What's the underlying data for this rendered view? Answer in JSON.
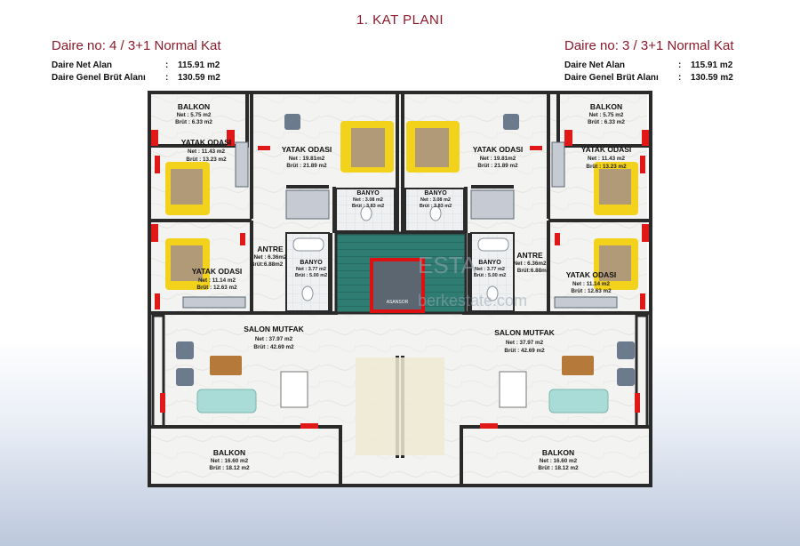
{
  "plan_title": "1. KAT PLANI",
  "left_unit": {
    "heading": "Daire no:  4  / 3+1 Normal Kat",
    "net_label": "Daire Net Alan",
    "net_value": "115.91 m2",
    "gross_label": "Daire Genel Brüt Alanı",
    "gross_value": "130.59 m2"
  },
  "right_unit": {
    "heading": "Daire no:  3  / 3+1 Normal Kat",
    "net_label": "Daire Net Alan",
    "net_value": "115.91 m2",
    "gross_label": "Daire Genel Brüt Alanı",
    "gross_value": "130.59 m2"
  },
  "colon": ":",
  "rooms": {
    "l_balkon_top": {
      "name": "BALKON",
      "net": "Net : 5.75 m2",
      "brut": "Brüt : 6.33 m2"
    },
    "l_yatak1": {
      "name": "YATAK ODASI",
      "net": "Net : 11.43 m2",
      "brut": "Brüt : 13.23 m2"
    },
    "l_yatak_master": {
      "name": "YATAK ODASI",
      "net": "Net : 19.81m2",
      "brut": "Brüt : 21.89 m2"
    },
    "l_banyo_top": {
      "name": "BANYO",
      "net": "Net : 3.08 m2",
      "brut": "Brüt : 3.83 m2"
    },
    "l_antre": {
      "name": "ANTRE",
      "net": "Net : 6.36m2",
      "brut": "Brüt:6.88m2"
    },
    "l_banyo2": {
      "name": "BANYO",
      "net": "Net : 3.77 m2",
      "brut": "Brüt : 5.00 m2"
    },
    "l_yatak2": {
      "name": "YATAK ODASI",
      "net": "Net : 11.14 m2",
      "brut": "Brüt : 12.63 m2"
    },
    "l_salon": {
      "name": "SALON MUTFAK",
      "net": "Net : 37.97 m2",
      "brut": "Brüt : 42.69 m2"
    },
    "l_balkon_bottom": {
      "name": "BALKON",
      "net": "Net : 16.60 m2",
      "brut": "Brüt : 18.12 m2"
    },
    "r_balkon_top": {
      "name": "BALKON",
      "net": "Net : 5.75 m2",
      "brut": "Brüt : 6.33 m2"
    },
    "r_yatak1": {
      "name": "YATAK ODASI",
      "net": "Net : 11.43 m2",
      "brut": "Brüt : 13.23 m2"
    },
    "r_yatak_master": {
      "name": "YATAK ODASI",
      "net": "Net : 19.81m2",
      "brut": "Brüt : 21.89 m2"
    },
    "r_banyo_top": {
      "name": "BANYO",
      "net": "Net : 3.08 m2",
      "brut": "Brüt : 3.83 m2"
    },
    "r_antre": {
      "name": "ANTRE",
      "net": "Net : 6.36m2",
      "brut": "Brüt:6.88m2"
    },
    "r_banyo2": {
      "name": "BANYO",
      "net": "Net : 3.77 m2",
      "brut": "Brüt : 5.00 m2"
    },
    "r_yatak2": {
      "name": "YATAK ODASI",
      "net": "Net : 11.14 m2",
      "brut": "Brüt : 12.63 m2"
    },
    "r_salon": {
      "name": "SALON MUTFAK",
      "net": "Net : 37.97 m2",
      "brut": "Brüt : 42.69 m2"
    },
    "r_balkon_bottom": {
      "name": "BALKON",
      "net": "Net : 16.60 m2",
      "brut": "Brüt : 18.12 m2"
    }
  },
  "elevator_label": "ASANSOR",
  "watermark_brand": "ESTA",
  "watermark_site": "berkestate.com",
  "colors": {
    "accent": "#8b1a2b",
    "wall": "#2a2a2a",
    "door_marker": "#e01818",
    "stair": "#2f7d72",
    "bed": "#f3d21b",
    "sofa": "#a9dcd6",
    "floor": "#f2f2f0"
  }
}
